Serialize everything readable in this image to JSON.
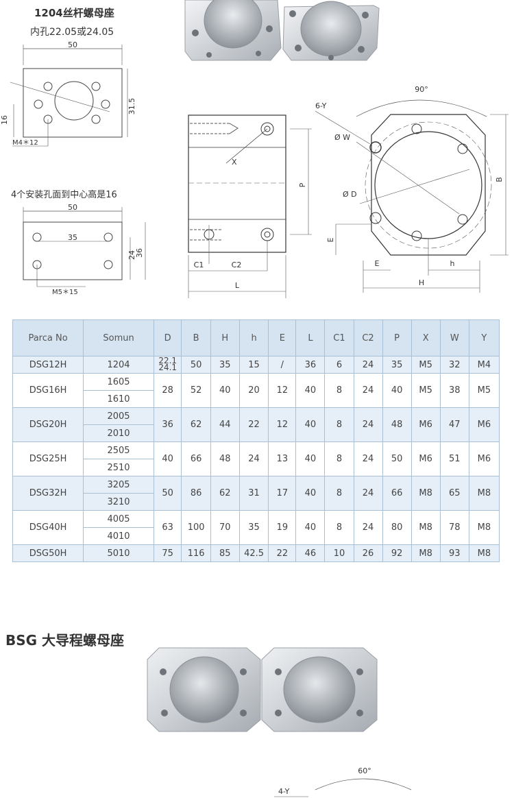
{
  "top": {
    "title": "1204丝杆螺母座",
    "subtitle": "内孔22.05或24.05",
    "dim_50a": "50",
    "dim_31_5": "31.5",
    "dim_16": "16",
    "hole_a": "M4＊12",
    "caption2": "4个安装孔面到中心高是16",
    "dim_50b": "50",
    "dim_35": "35",
    "dim_24": "24",
    "dim_36": "36",
    "hole_b": "M5＊15"
  },
  "side_view": {
    "x_label": "X",
    "p_label": "P",
    "c1_label": "C1",
    "c2_label": "C2",
    "l_label": "L"
  },
  "front_view": {
    "angle": "90°",
    "holes": "6-Y",
    "w_label": "Ø W",
    "d_label": "Ø D",
    "b_label": "B",
    "e_label": "E",
    "e2_label": "E",
    "h_small": "h",
    "h_big": "H"
  },
  "table": {
    "headers": [
      "Parca No",
      "Somun",
      "D",
      "B",
      "H",
      "h",
      "E",
      "L",
      "C1",
      "C2",
      "P",
      "X",
      "W",
      "Y"
    ],
    "rows": [
      {
        "part": "DSG12H",
        "nuts": [
          "1204"
        ],
        "d_top": "22.1",
        "d_bottom": "24.1",
        "vals": [
          "50",
          "35",
          "15",
          "/",
          "36",
          "6",
          "24",
          "35",
          "M5",
          "32",
          "M4"
        ]
      },
      {
        "part": "DSG16H",
        "nuts": [
          "1605",
          "1610"
        ],
        "d": "28",
        "vals": [
          "52",
          "40",
          "20",
          "12",
          "40",
          "8",
          "24",
          "40",
          "M5",
          "38",
          "M5"
        ]
      },
      {
        "part": "DSG20H",
        "nuts": [
          "2005",
          "2010"
        ],
        "d": "36",
        "vals": [
          "62",
          "44",
          "22",
          "12",
          "40",
          "8",
          "24",
          "48",
          "M6",
          "47",
          "M6"
        ]
      },
      {
        "part": "DSG25H",
        "nuts": [
          "2505",
          "2510"
        ],
        "d": "40",
        "vals": [
          "66",
          "48",
          "24",
          "13",
          "40",
          "8",
          "24",
          "50",
          "M6",
          "51",
          "M6"
        ]
      },
      {
        "part": "DSG32H",
        "nuts": [
          "3205",
          "3210"
        ],
        "d": "50",
        "vals": [
          "86",
          "62",
          "31",
          "17",
          "40",
          "8",
          "24",
          "66",
          "M8",
          "65",
          "M8"
        ]
      },
      {
        "part": "DSG40H",
        "nuts": [
          "4005",
          "4010"
        ],
        "d": "63",
        "vals": [
          "100",
          "70",
          "35",
          "19",
          "40",
          "8",
          "24",
          "80",
          "M8",
          "78",
          "M8"
        ]
      },
      {
        "part": "DSG50H",
        "nuts": [
          "5010"
        ],
        "d": "75",
        "vals": [
          "116",
          "85",
          "42.5",
          "22",
          "46",
          "10",
          "26",
          "92",
          "M8",
          "93",
          "M8"
        ]
      }
    ]
  },
  "bsg": {
    "title": "BSG 大导程螺母座",
    "angle": "60°",
    "holes": "4-Y"
  }
}
